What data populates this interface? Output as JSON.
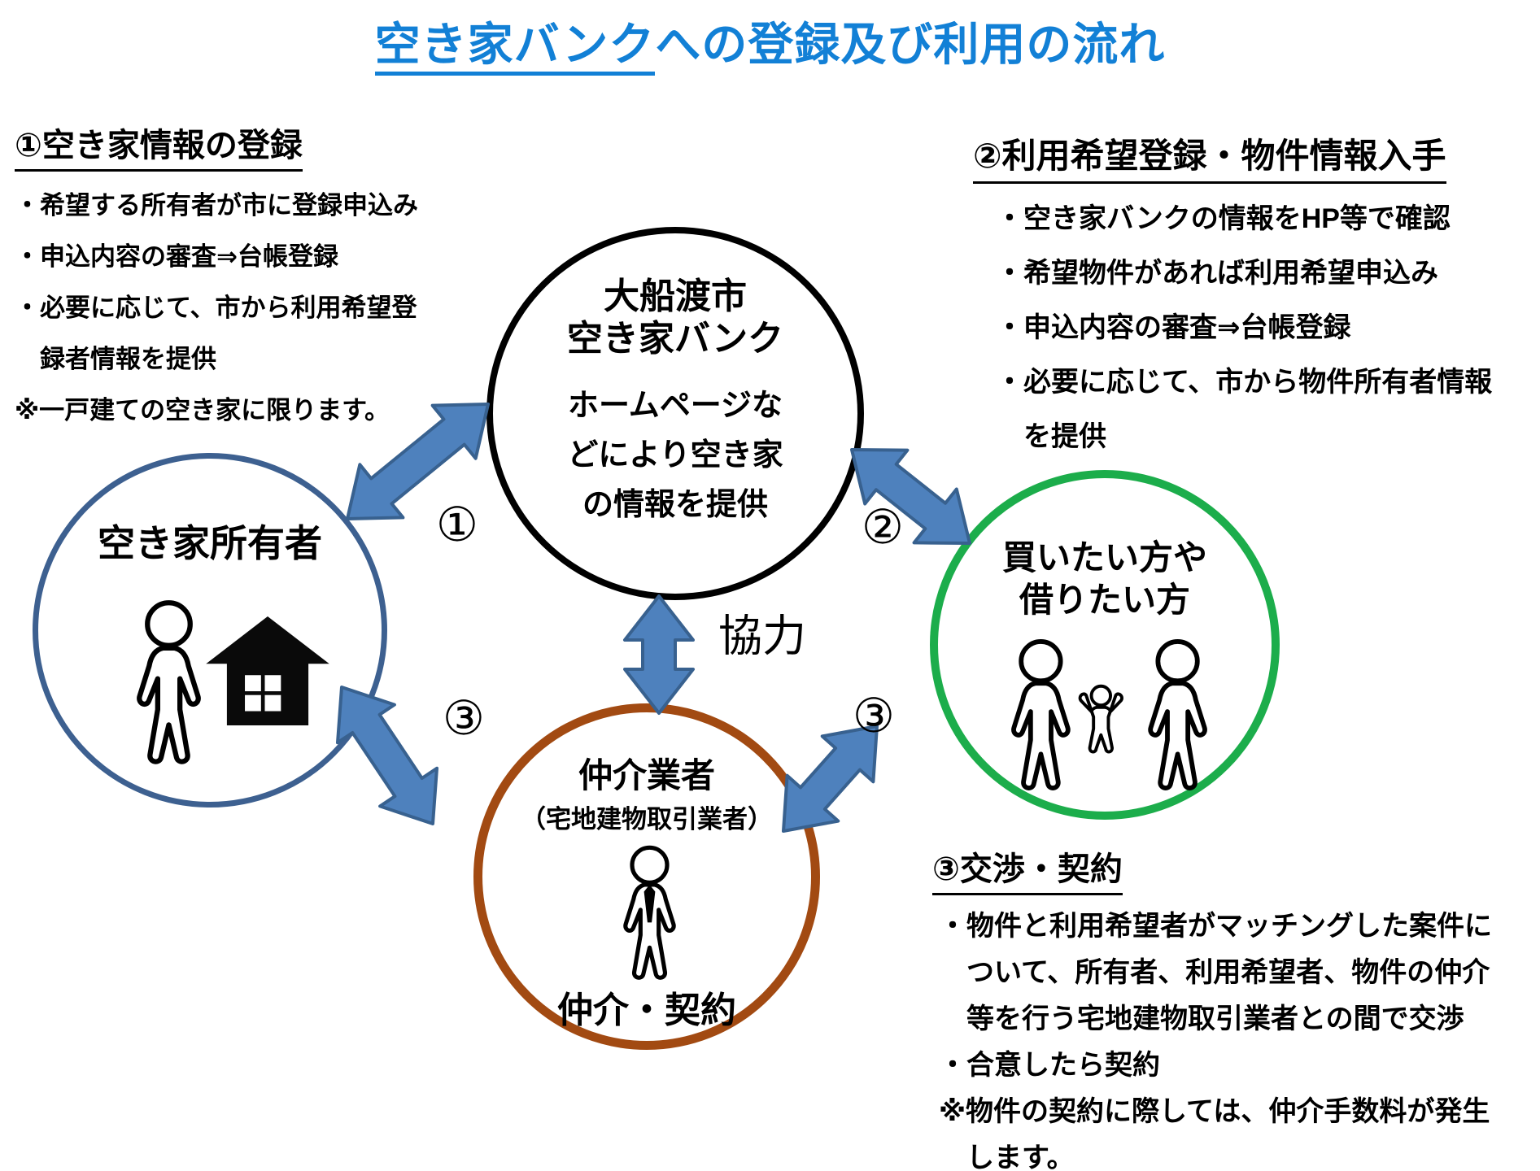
{
  "title": {
    "text_underlined": "空き家バンク",
    "text_rest": "への登録及び利用の流れ"
  },
  "step1": {
    "heading": "①空き家情報の登録",
    "lines": [
      "・希望する所有者が市に登録申込み",
      "・申込内容の審査⇒台帳登録",
      "・必要に応じて、市から利用希望登",
      "　録者情報を提供",
      "※一戸建ての空き家に限ります。"
    ]
  },
  "step2": {
    "heading": "②利用希望登録・物件情報入手",
    "lines": [
      "・空き家バンクの情報をHP等で確認",
      "・希望物件があれば利用希望申込み",
      "・申込内容の審査⇒台帳登録",
      "・必要に応じて、市から物件所有者情報",
      "　を提供"
    ]
  },
  "step3": {
    "heading": "③交渉・契約",
    "lines": [
      "・物件と利用希望者がマッチングした案件に",
      "　ついて、所有者、利用希望者、物件の仲介",
      "　等を行う宅地建物取引業者との間で交渉",
      "・合意したら契約",
      "※物件の契約に際しては、仲介手数料が発生",
      "　します。"
    ]
  },
  "circles": {
    "bank": {
      "line1": "大船渡市",
      "line2": "空き家バンク",
      "body1": "ホームページな",
      "body2": "どにより空き家",
      "body3": "の情報を提供",
      "border": "#000000"
    },
    "owner": {
      "label": "空き家所有者",
      "border": "#3D6090"
    },
    "buyer": {
      "line1": "買いたい方や",
      "line2": "借りたい方",
      "border": "#1CAD4B"
    },
    "agent": {
      "title": "仲介業者",
      "subtitle": "（宅地建物取引業者）",
      "footer": "仲介・契約",
      "border": "#A24A12"
    }
  },
  "markers": {
    "step1": "①",
    "step2": "②",
    "step3_left": "③",
    "step3_right": "③",
    "cooperation": "協力"
  },
  "icons": {
    "owner_person": "person-outline",
    "owner_house": "house",
    "buyer_family": "family",
    "agent_person": "businessman"
  },
  "colors": {
    "title_blue": "#1280D6",
    "arrow_fill": "#4E81BD",
    "arrow_stroke": "#38618F"
  }
}
